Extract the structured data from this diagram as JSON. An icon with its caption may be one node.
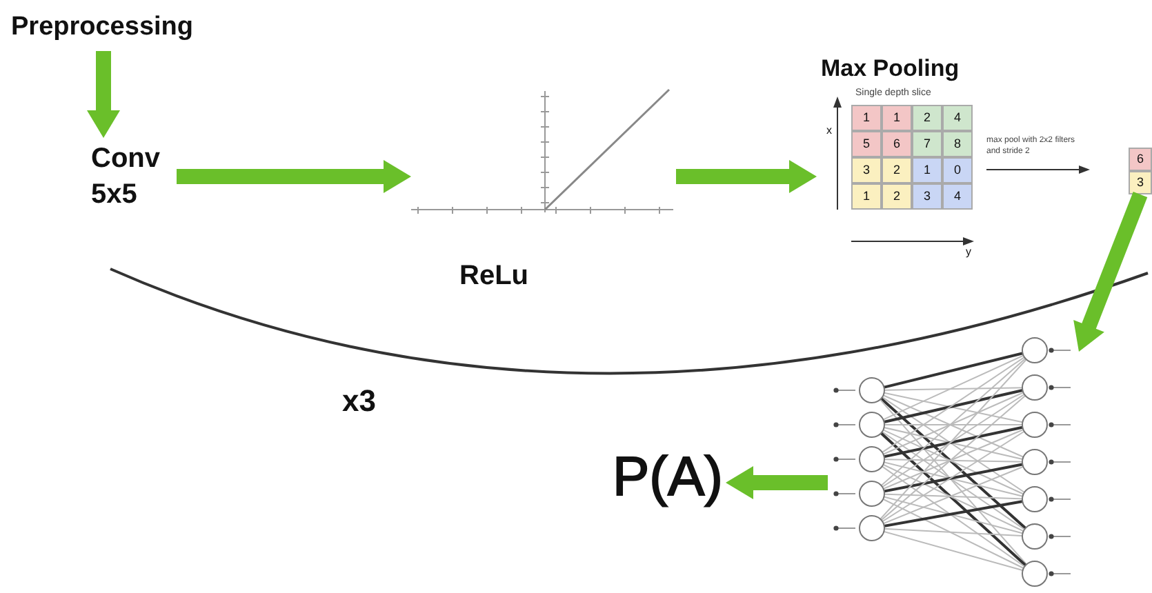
{
  "diagram": {
    "nodes": [
      {
        "text": [
          "Preprocessing"
        ]
      },
      {
        "text": [
          "Conv 5x5"
        ]
      },
      {
        "text": [],
        "shape": "picture",
        "beside": [
          "ReLu"
        ]
      },
      {
        "text": [
          "Max Pooling"
        ]
      },
      {
        "text": [],
        "shape": "picture"
      },
      {
        "text": [
          "P(A)"
        ]
      }
    ],
    "edges": [
      {
        "from": 0,
        "to": 1,
        "arrow": "to"
      },
      {
        "from": 1,
        "to": 2,
        "arrow": "to"
      },
      {
        "from": 2,
        "to": 3,
        "arrow": "to"
      },
      {
        "from": 3,
        "to": 4,
        "arrow": "to"
      },
      {
        "from": 4,
        "to": 5,
        "arrow": "to"
      }
    ],
    "labels": [
      "Single depth slice",
      "x",
      "1",
      "1",
      "2",
      "4",
      "5",
      "6",
      "7",
      "8",
      "3",
      "2",
      "1",
      "0",
      "1",
      "2",
      "3",
      "4",
      "max pool with 2x2 filters and stride 2",
      "6",
      "3",
      "y",
      "x3"
    ]
  }
}
